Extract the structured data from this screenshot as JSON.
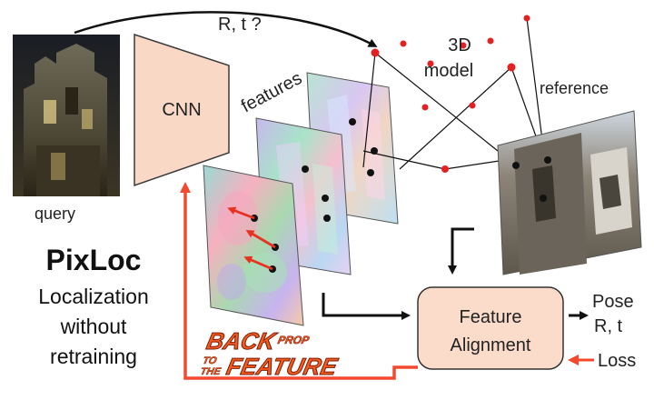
{
  "diagram": {
    "query_label": "query",
    "reference_label": "reference",
    "cnn_label": "CNN",
    "features_label": "features",
    "question_label": "R, t ?",
    "model_label_line1": "3D",
    "model_label_line2": "model",
    "alignment_label_line1": "Feature",
    "alignment_label_line2": "Alignment",
    "pose_label_line1": "Pose",
    "pose_label_line2": "R, t",
    "loss_label": "Loss"
  },
  "branding": {
    "title": "PixLoc",
    "subtitle_line1": "Localization",
    "subtitle_line2": "without",
    "subtitle_line3": "retraining",
    "logo_text": "BACKPROP TO THE FEATURE"
  },
  "colors": {
    "cnn_fill": "#f9d9c6",
    "alignment_fill": "#fbdccb",
    "accent_red": "#f2492f",
    "point_red": "#e62020"
  }
}
